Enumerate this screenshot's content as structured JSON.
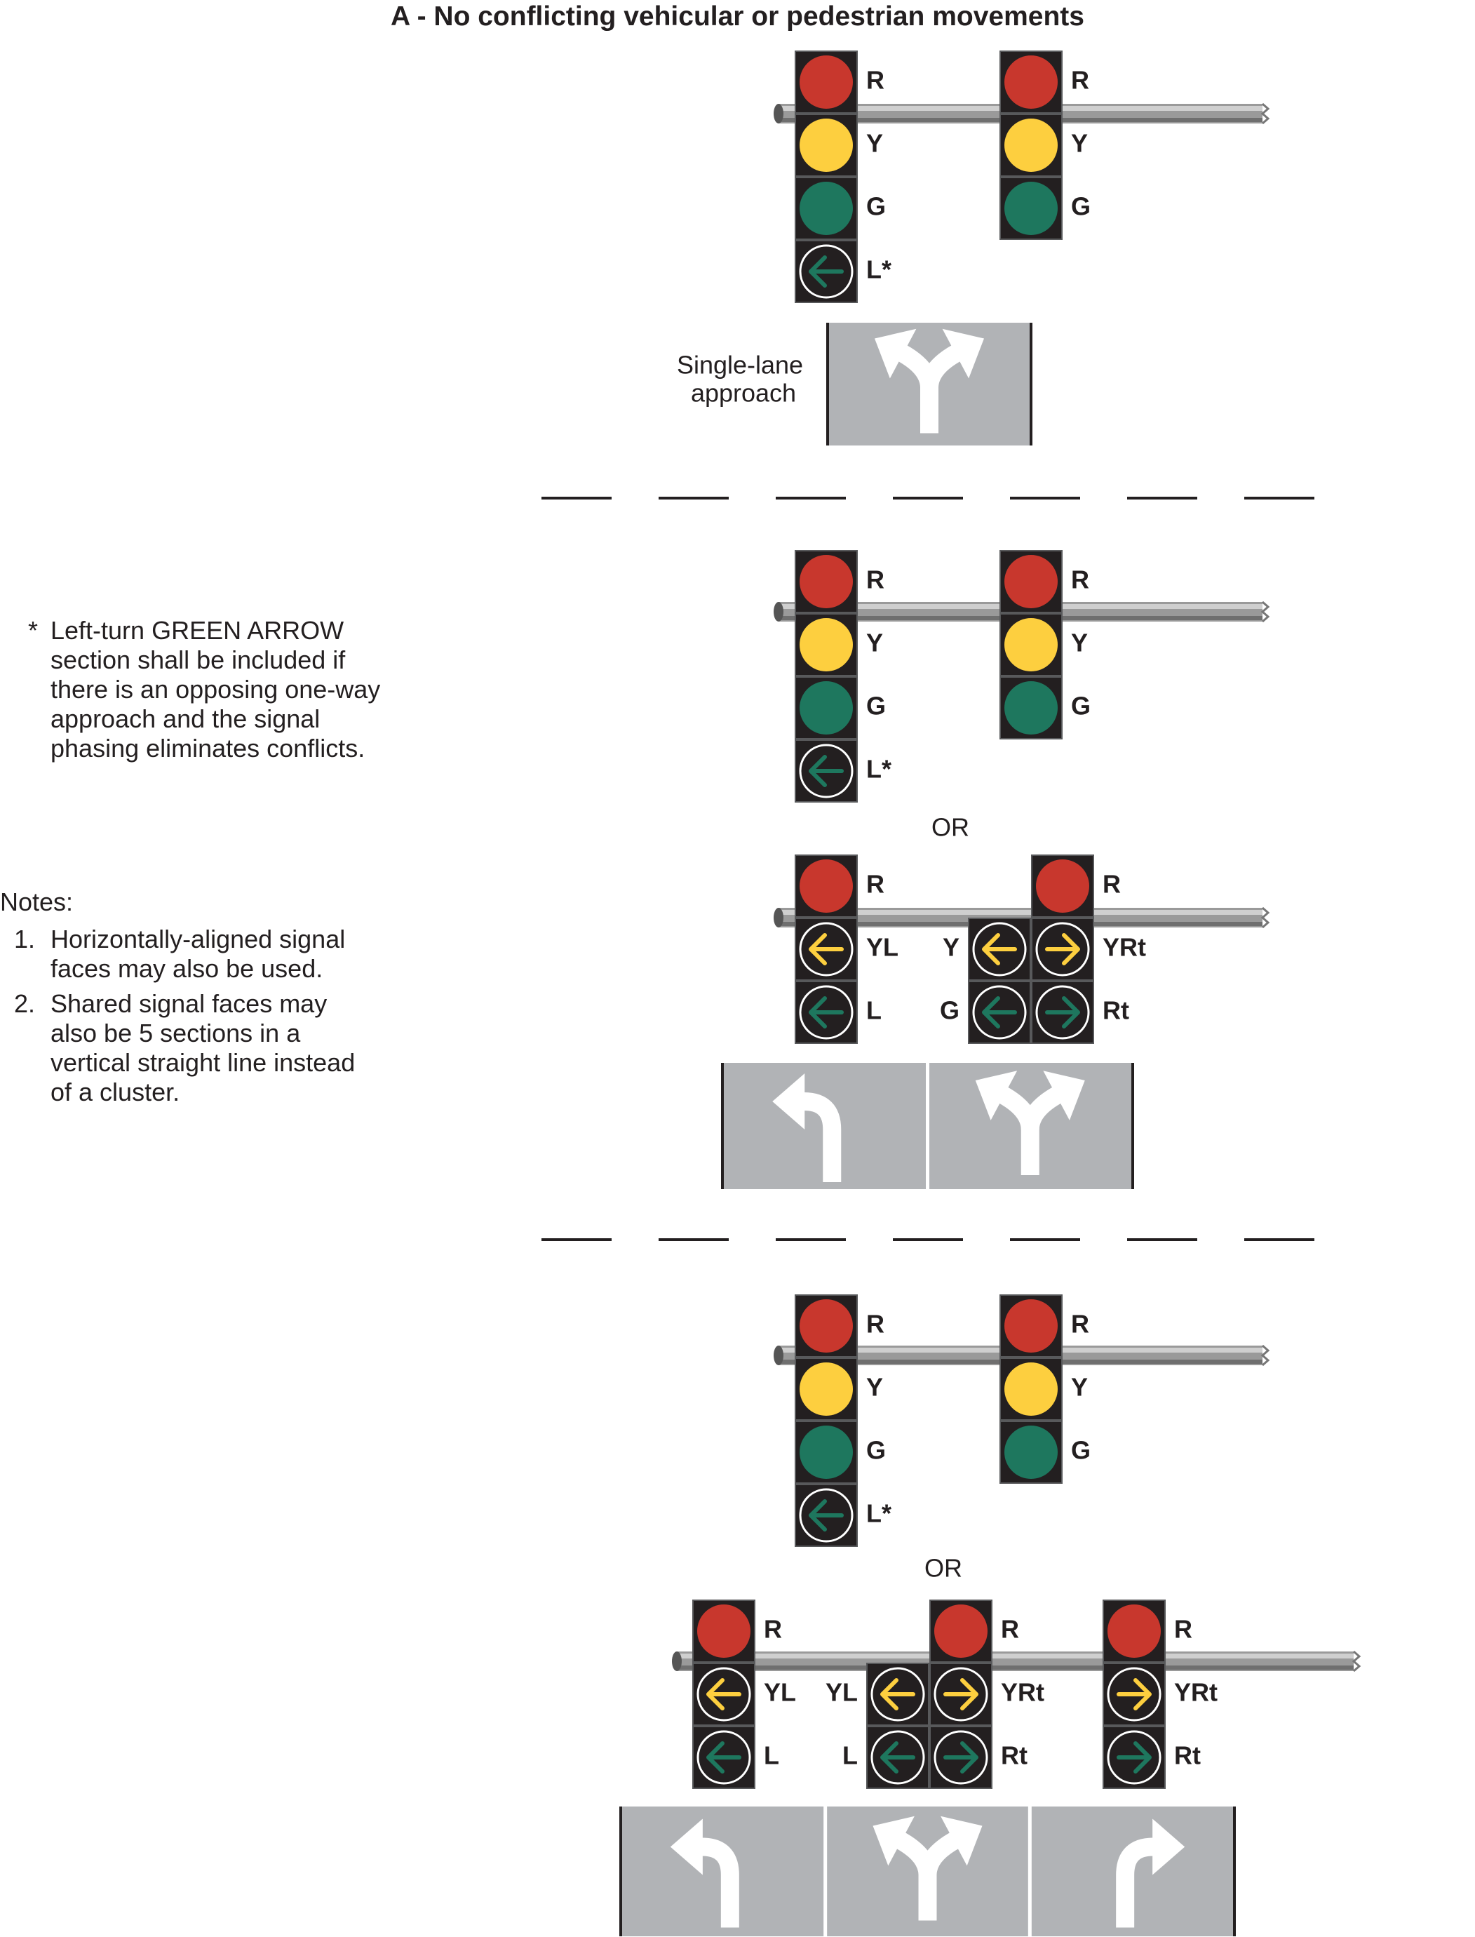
{
  "title": "A - No conflicting vehicular or pedestrian movements",
  "colors": {
    "red": "#c8372d",
    "yellow": "#fdcf3f",
    "green": "#1e775e",
    "signal_housing": "#231f20",
    "pole": "#999999",
    "lane": "#b1b3b6"
  },
  "sections": [
    {
      "approach_label_line1": "Single-lane",
      "approach_label_line2": "approach",
      "lane_markings": [
        "left-through-right"
      ],
      "options": [
        [
          {
            "type": "vertical",
            "sections": [
              "red",
              "yellow",
              "green",
              "green-left-arrow"
            ],
            "labels": [
              "R",
              "Y",
              "G",
              "L*"
            ]
          },
          {
            "type": "vertical",
            "sections": [
              "red",
              "yellow",
              "green"
            ],
            "labels": [
              "R",
              "Y",
              "G"
            ]
          }
        ]
      ]
    },
    {
      "lane_markings": [
        "left",
        "left-through-right"
      ],
      "options": [
        [
          {
            "type": "vertical",
            "sections": [
              "red",
              "yellow",
              "green",
              "green-left-arrow"
            ],
            "labels": [
              "R",
              "Y",
              "G",
              "L*"
            ]
          },
          {
            "type": "vertical",
            "sections": [
              "red",
              "yellow",
              "green"
            ],
            "labels": [
              "R",
              "Y",
              "G"
            ]
          }
        ],
        [
          {
            "type": "vertical",
            "sections": [
              "red",
              "yellow-left-arrow",
              "green-left-arrow"
            ],
            "labels": [
              "R",
              "YL",
              "L"
            ]
          },
          {
            "type": "cluster",
            "labels": [
              "R",
              "Y",
              "YRt",
              "G",
              "Rt"
            ]
          }
        ]
      ]
    },
    {
      "lane_markings": [
        "left",
        "left-through-right",
        "right"
      ],
      "options": [
        [
          {
            "type": "vertical",
            "sections": [
              "red",
              "yellow",
              "green",
              "green-left-arrow"
            ],
            "labels": [
              "R",
              "Y",
              "G",
              "L*"
            ]
          },
          {
            "type": "vertical",
            "sections": [
              "red",
              "yellow",
              "green"
            ],
            "labels": [
              "R",
              "Y",
              "G"
            ]
          }
        ],
        [
          {
            "type": "vertical",
            "sections": [
              "red",
              "yellow-left-arrow",
              "green-left-arrow"
            ],
            "labels": [
              "R",
              "YL",
              "L"
            ]
          },
          {
            "type": "cluster",
            "labels": [
              "R",
              "YL",
              "YRt",
              "L",
              "Rt"
            ]
          },
          {
            "type": "vertical",
            "sections": [
              "red",
              "yellow-right-arrow",
              "green-right-arrow"
            ],
            "labels": [
              "R",
              "YRt",
              "Rt"
            ]
          }
        ]
      ]
    }
  ],
  "or_label": "OR",
  "footnote": {
    "star": "*",
    "text": "Left-turn GREEN ARROW section shall be included if there is an opposing one-way approach and the signal phasing eliminates conflicts."
  },
  "notes": {
    "title": "Notes:",
    "items": [
      {
        "num": "1.",
        "text": "Horizontally-aligned signal faces may also be used."
      },
      {
        "num": "2.",
        "text": "Shared signal faces may also be 5 sections in a vertical straight line instead of a cluster."
      }
    ]
  }
}
